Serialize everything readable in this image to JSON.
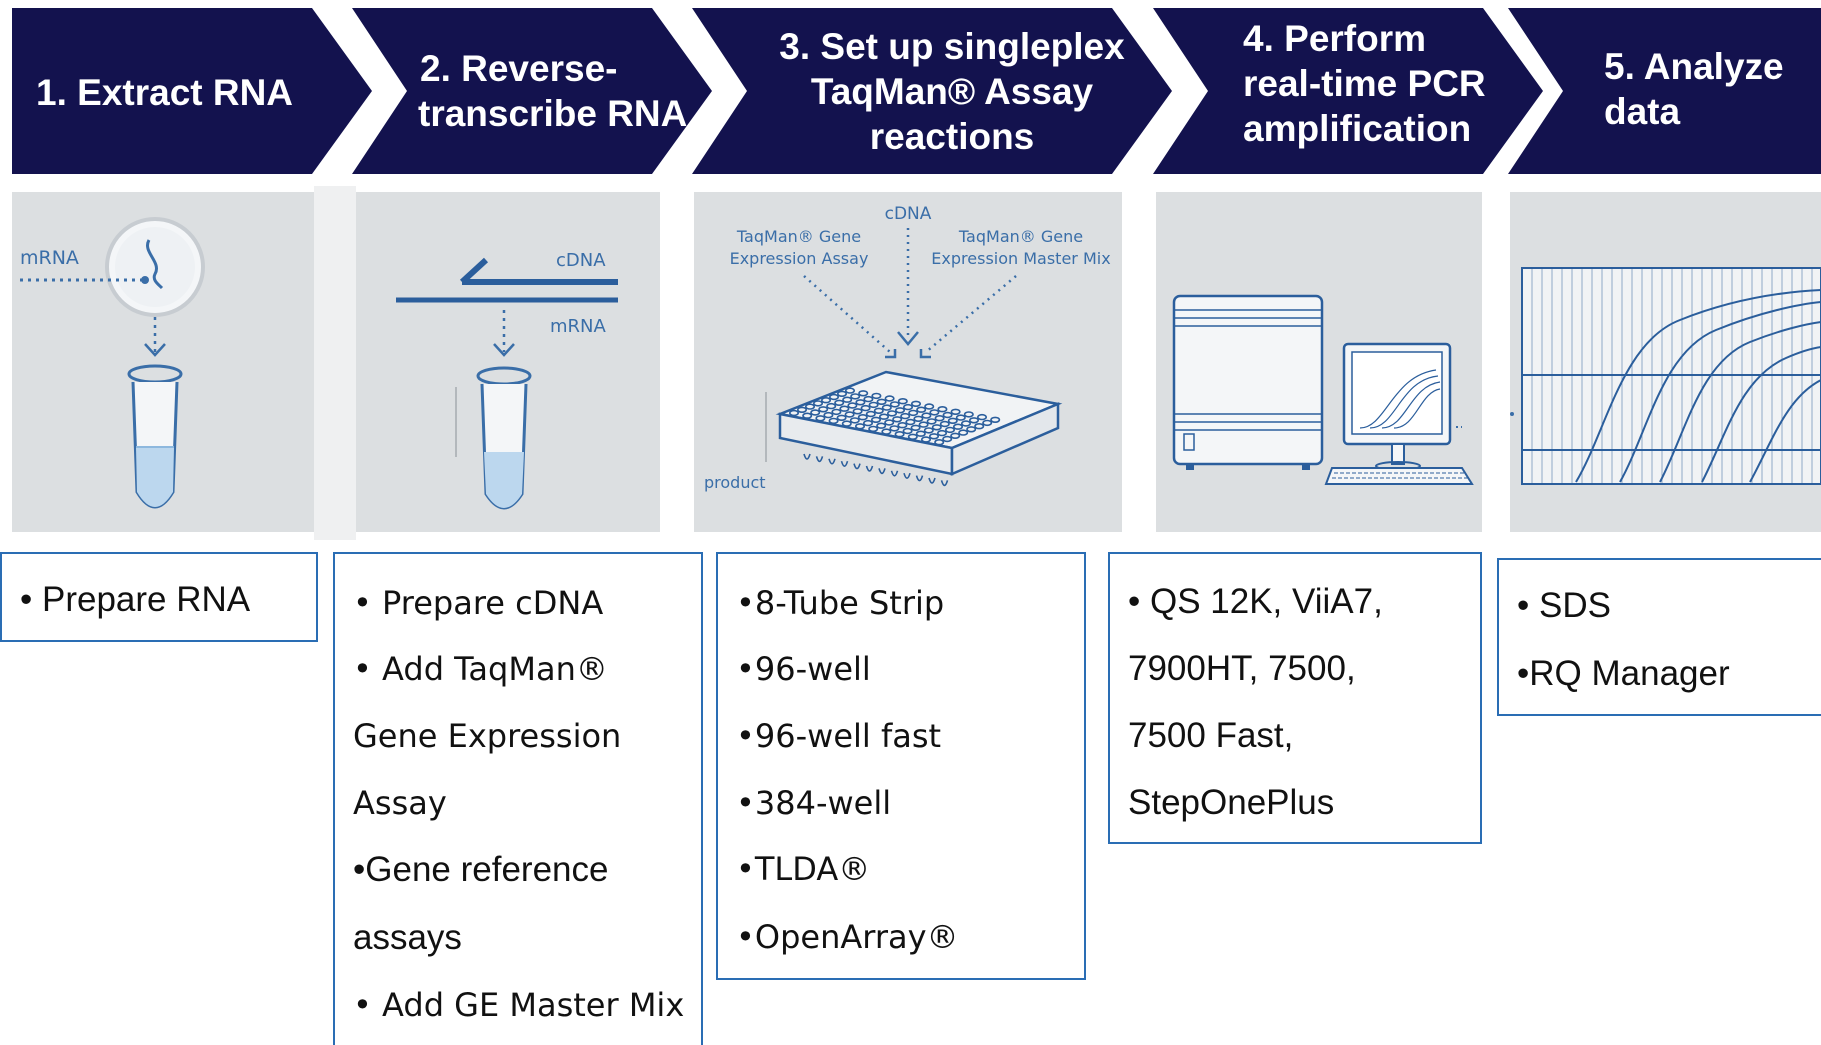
{
  "steps": [
    {
      "lines": [
        "1. Extract RNA"
      ]
    },
    {
      "lines": [
        "2.  Reverse-",
        "transcribe RNA"
      ]
    },
    {
      "lines": [
        "3.  Set up singleplex",
        "TaqMan® Assay",
        "reactions"
      ]
    },
    {
      "lines": [
        "4.  Perform",
        "real-time PCR",
        "amplification"
      ]
    },
    {
      "lines": [
        "5.  Analyze",
        "data"
      ]
    }
  ],
  "panel_labels": {
    "p1_mrna": "mRNA",
    "p2_cdna": "cDNA",
    "p2_mrna": "mRNA",
    "p3_cdna": "cDNA",
    "p3_assay_1": "TaqMan® Gene",
    "p3_assay_2": "Expression Assay",
    "p3_mix_1": "TaqMan® Gene",
    "p3_mix_2": "Expression Master Mix",
    "p3_product": "product"
  },
  "details": [
    {
      "items": [
        "• Prepare RNA"
      ]
    },
    {
      "items": [
        "• Prepare cDNA",
        "• Add TaqMan®",
        "Gene Expression",
        "Assay",
        "•Gene reference",
        "assays",
        "• Add GE Master Mix"
      ]
    },
    {
      "items": [
        "•8-Tube Strip",
        "•96-well",
        "•96-well fast",
        "•384-well",
        "•TLDA®",
        "•OpenArray®"
      ]
    },
    {
      "items": [
        "• QS 12K, ViiA7,",
        "7900HT, 7500,",
        "7500 Fast,",
        "StepOnePlus"
      ]
    },
    {
      "items": [
        "• SDS",
        "•RQ Manager"
      ]
    }
  ],
  "colors": {
    "arrow": "#13124e",
    "panel": "#dcdfe1",
    "diagram_blue": "#3a6ea8",
    "box_border": "#2a6db4"
  }
}
